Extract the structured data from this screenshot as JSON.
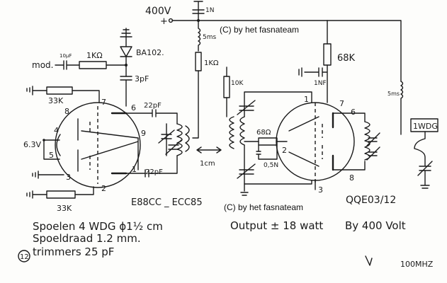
{
  "watermarks": [
    "(C) by het fasnateam",
    "(C) by het fasnateam"
  ],
  "supply": {
    "voltage": "400V",
    "plus": "+",
    "decoupling_cap": "1N"
  },
  "chokes": {
    "upper_left": "5ms",
    "right": "5ms"
  },
  "resistors": {
    "r1k_mod": "1KΩ",
    "r1k_feed": "1KΩ",
    "r33k_top": "33K",
    "r33k_bottom": "33K",
    "r10k": "10K",
    "r68k": "68K",
    "r68_grid": "68Ω"
  },
  "capacitors": {
    "c_mod": "10μF",
    "c3p": "3pF",
    "c22_top": "22pF",
    "c22_bottom": "22pF",
    "c1nf": "1NF",
    "c05n": "0,5N"
  },
  "diode": "BA102.",
  "labels": {
    "mod": "mod.",
    "heater": "6.3V",
    "link": "1cm",
    "link_winding": "1WDG",
    "tube1": "E88CC _ ECC85",
    "tube2": "QQE03/12",
    "frequency": "100MHZ",
    "page_number": "12"
  },
  "pins": {
    "t1": [
      "7",
      "8",
      "4",
      "5",
      "3",
      "2",
      "6",
      "9",
      "1"
    ],
    "t2": [
      "1",
      "2",
      "7",
      "6",
      "8",
      "3"
    ]
  },
  "notes": {
    "coils": "Spoelen 4 WDG ϕ1½ cm",
    "wire": "Spoeldraad 1.2 mm.",
    "trimmers": "trimmers 25 pF",
    "output": "Output ± 18 watt",
    "supply_note": "By 400 Volt"
  }
}
